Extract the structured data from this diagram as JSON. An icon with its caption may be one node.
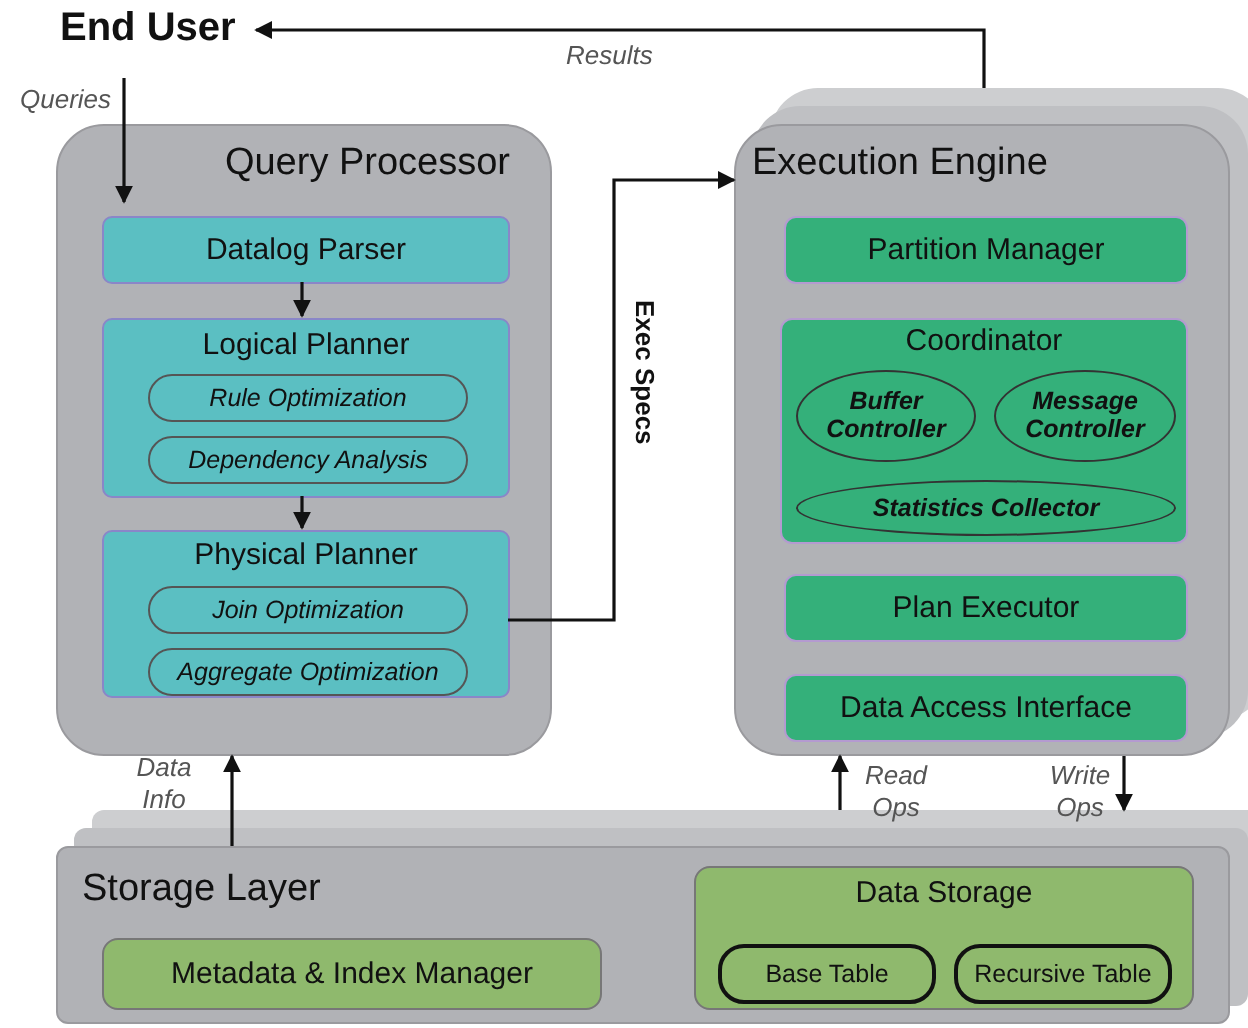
{
  "diagram": {
    "nodes": [
      {
        "text": [
          "End User"
        ]
      },
      {
        "text": [
          "Query Processor"
        ]
      },
      {
        "text": [
          "Datalog Parser"
        ],
        "in": 1
      },
      {
        "text": [
          "Logical Planner"
        ],
        "in": 1
      },
      {
        "text": [
          "Rule Optimization"
        ],
        "in": 3
      },
      {
        "text": [
          "Dependency Analysis"
        ],
        "in": 3
      },
      {
        "text": [
          "Physical Planner"
        ],
        "in": 1
      },
      {
        "text": [
          "Join Optimization"
        ],
        "in": 6
      },
      {
        "text": [
          "Aggregate Optimization"
        ],
        "in": 6
      },
      {
        "text": [
          "Execution Engine"
        ]
      },
      {
        "text": [
          "Partition Manager"
        ],
        "in": 9
      },
      {
        "text": [
          "Coordinator"
        ],
        "in": 9
      },
      {
        "text": [
          "Buffer Controller"
        ],
        "in": 11
      },
      {
        "text": [
          "Message Controller"
        ],
        "in": 11
      },
      {
        "text": [
          "Statistics Collector"
        ],
        "in": 11
      },
      {
        "text": [
          "Plan Executor"
        ],
        "in": 9
      },
      {
        "text": [
          "Data Access Interface"
        ],
        "in": 9
      },
      {
        "text": [
          "Storage Layer"
        ]
      },
      {
        "text": [
          "Metadata & Index Manager"
        ],
        "in": 17
      },
      {
        "text": [
          "Data Storage"
        ],
        "in": 17
      },
      {
        "text": [
          "Base Table"
        ],
        "in": 19
      },
      {
        "text": [
          "Recursive Table"
        ],
        "in": 19
      }
    ],
    "edges": [
      {
        "from": 9,
        "to": 0,
        "arrow": "to",
        "label": "Results"
      },
      {
        "from": 0,
        "to": 2,
        "arrow": "to",
        "label": "Queries"
      },
      {
        "from": 2,
        "to": 3,
        "arrow": "to"
      },
      {
        "from": 3,
        "to": 6,
        "arrow": "to"
      },
      {
        "from": 6,
        "to": 9,
        "arrow": "to",
        "label": "Exec Specs"
      },
      {
        "from": 17,
        "to": 1,
        "arrow": "to",
        "label": "Data Info"
      },
      {
        "from": 17,
        "to": 9,
        "arrow": "to",
        "label": "Read Ops"
      },
      {
        "from": 9,
        "to": 17,
        "arrow": "to",
        "label": "Write Ops"
      }
    ]
  }
}
